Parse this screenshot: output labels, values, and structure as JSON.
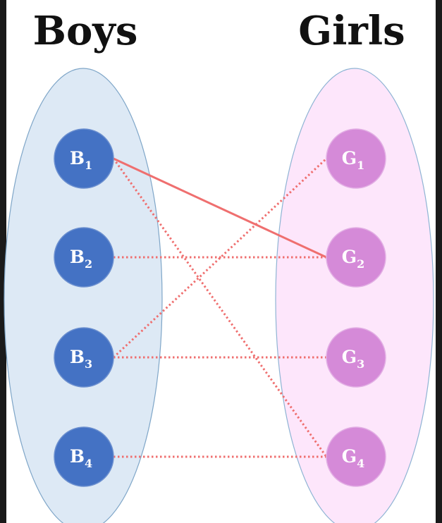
{
  "titles": {
    "left": "Boys",
    "right": "Girls"
  },
  "colors": {
    "page_background": "#ffffff",
    "frame": "#1a1a1a",
    "boys_ellipse_fill": "#dde9f5",
    "boys_ellipse_stroke": "#7fa6c8",
    "girls_ellipse_fill": "#fde6fb",
    "girls_ellipse_stroke": "#8fb4d4",
    "boy_node": "#4472c4",
    "boy_node_stroke": "#6b8fcf",
    "girl_node": "#d58ad8",
    "girl_node_stroke": "#e2aee4",
    "connection": "#ef6f6f"
  },
  "boys": [
    {
      "id": "B1",
      "letter": "B",
      "sub": "1"
    },
    {
      "id": "B2",
      "letter": "B",
      "sub": "2"
    },
    {
      "id": "B3",
      "letter": "B",
      "sub": "3"
    },
    {
      "id": "B4",
      "letter": "B",
      "sub": "4"
    }
  ],
  "girls": [
    {
      "id": "G1",
      "letter": "G",
      "sub": "1"
    },
    {
      "id": "G2",
      "letter": "G",
      "sub": "2"
    },
    {
      "id": "G3",
      "letter": "G",
      "sub": "3"
    },
    {
      "id": "G4",
      "letter": "G",
      "sub": "4"
    }
  ],
  "connections": [
    {
      "from": "B1",
      "to": "G2",
      "style": "solid"
    },
    {
      "from": "B1",
      "to": "G4",
      "style": "dotted"
    },
    {
      "from": "B2",
      "to": "G2",
      "style": "dotted"
    },
    {
      "from": "B3",
      "to": "G1",
      "style": "dotted"
    },
    {
      "from": "B3",
      "to": "G3",
      "style": "dotted"
    },
    {
      "from": "B4",
      "to": "G4",
      "style": "dotted"
    }
  ]
}
